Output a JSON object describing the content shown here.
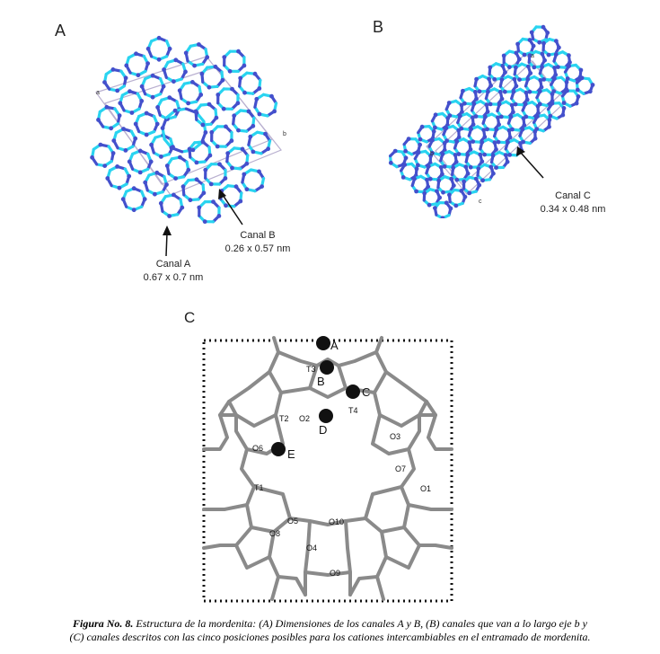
{
  "panels": {
    "a_letter": "A",
    "b_letter": "B",
    "c_letter": "C"
  },
  "panel_a": {
    "canal_a_name": "Canal A",
    "canal_a_size": "0.67 x 0.7 nm",
    "canal_b_name": "Canal B",
    "canal_b_size": "0.26 x 0.57 nm",
    "axis_a": "a",
    "axis_b": "b"
  },
  "panel_b": {
    "canal_c_name": "Canal C",
    "canal_c_size": "0.34 x 0.48 nm",
    "axis_a": "a",
    "axis_b": "b",
    "axis_c": "c"
  },
  "panel_c": {
    "sites": [
      "A",
      "B",
      "C",
      "D",
      "E"
    ],
    "t_labels": [
      "T3",
      "T2",
      "T4",
      "T1"
    ],
    "o_labels": [
      "O2",
      "O6",
      "O3",
      "O7",
      "O1",
      "O5",
      "O8",
      "O10",
      "O4",
      "O9"
    ]
  },
  "caption": {
    "figure_label": "Figura No. 8.",
    "line1": " Estructura de la mordenita: (A) Dimensiones de los canales A y B, (B) canales que van a lo largo eje b y",
    "line2": "(C) canales descritos con las cinco posiciones posibles para los cationes intercambiables en el entramado de mordenita."
  },
  "colors": {
    "framework_cyan": "#29d4f0",
    "framework_blue": "#4450cc",
    "cell_outline": "#b9b0d0",
    "structure_gray": "#8a8a8a",
    "site_black": "#111111"
  }
}
